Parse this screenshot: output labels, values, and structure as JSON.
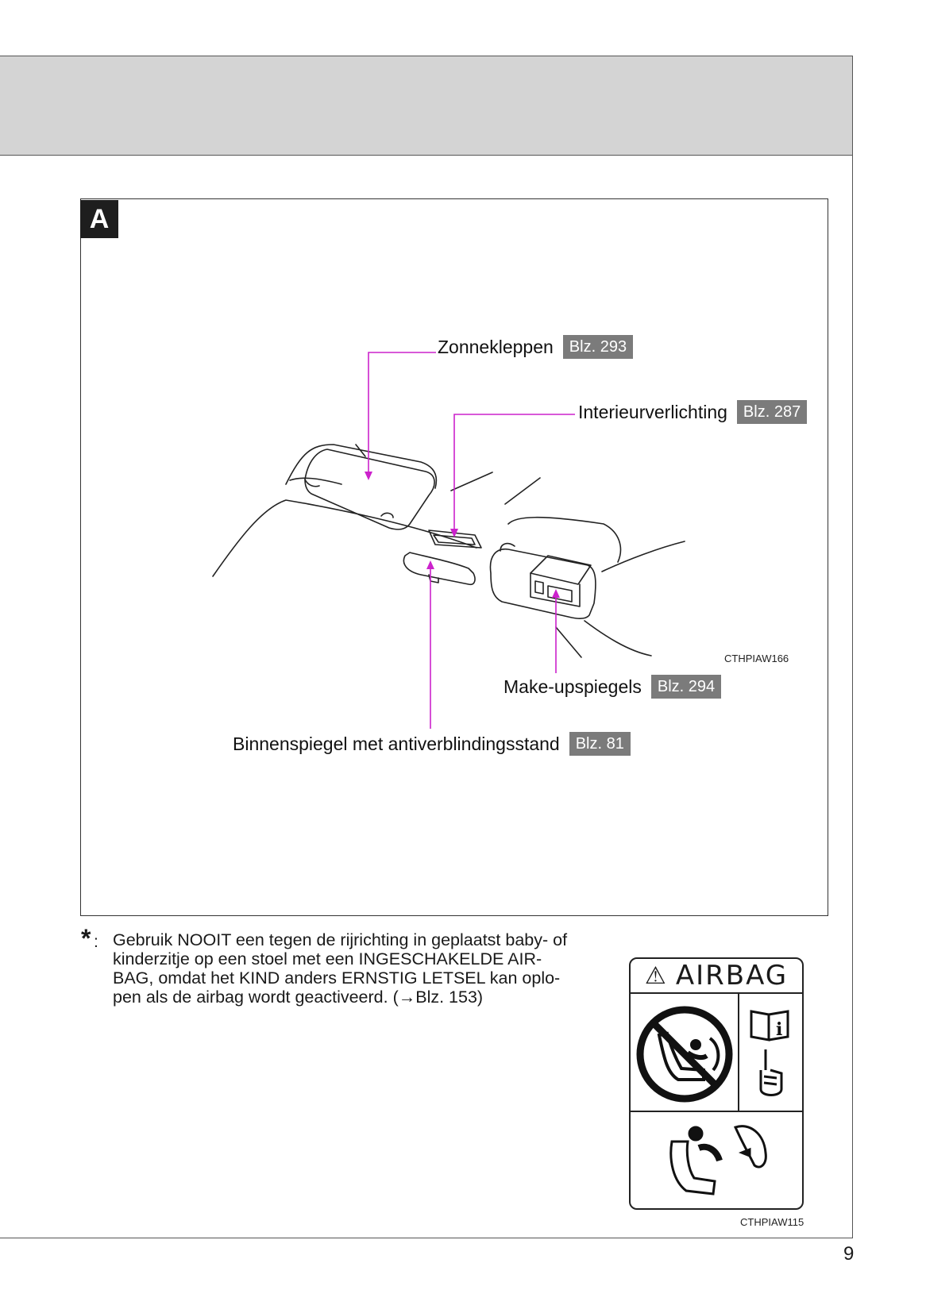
{
  "section": {
    "badge": "A"
  },
  "callouts": [
    {
      "label": "Zonnekleppen",
      "page_ref": "Blz. 293"
    },
    {
      "label": "Interieurverlichting",
      "page_ref": "Blz. 287"
    },
    {
      "label": "Make-upspiegels",
      "page_ref": "Blz. 294"
    },
    {
      "label": "Binnenspiegel met antiverblindingsstand",
      "page_ref": "Blz. 81"
    }
  ],
  "figure_codes": {
    "top": "CTHPIAW166",
    "bottom": "CTHPIAW115"
  },
  "note": {
    "marker": "*",
    "separator": ":",
    "lines": [
      "Gebruik NOOIT een tegen de rijrichting in geplaatst baby- of",
      "kinderzitje op een stoel met een INGESCHAKELDE AIR-",
      "BAG, omdat het KIND anders ERNSTIG LETSEL kan oplo-",
      "pen als de airbag wordt geactiveerd. (→Blz. 153)"
    ]
  },
  "airbag_label": {
    "title": "AIRBAG"
  },
  "page_number": "9",
  "colors": {
    "leader": "#cc22cc",
    "ref_badge": "#7b7b7b",
    "header_band": "#d4d4d4"
  }
}
